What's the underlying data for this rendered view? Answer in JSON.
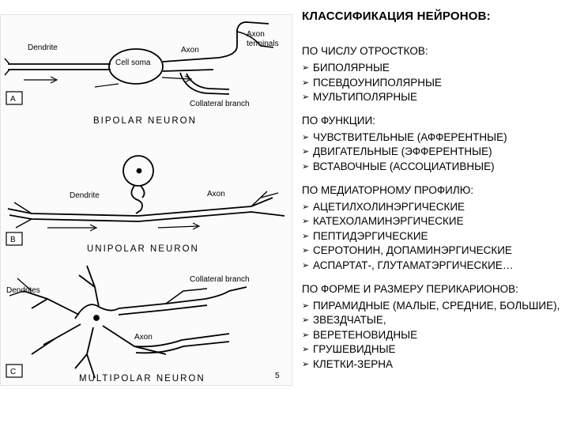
{
  "title": "КЛАССИФИКАЦИЯ НЕЙРОНОВ:",
  "bullet_icon": "arrowhead-bullet-icon",
  "sections": [
    {
      "heading": "ПО ЧИСЛУ ОТРОСТКОВ:",
      "items": [
        "БИПОЛЯРНЫЕ",
        "ПСЕВДОУНИПОЛЯРНЫЕ",
        "МУЛЬТИПОЛЯРНЫЕ"
      ]
    },
    {
      "heading": "ПО ФУНКЦИИ:",
      "items": [
        "ЧУВСТВИТЕЛЬНЫЕ (АФФЕРЕНТНЫЕ)",
        "ДВИГАТЕЛЬНЫЕ (ЭФФЕРЕНТНЫЕ)",
        "ВСТАВОЧНЫЕ (АССОЦИАТИВНЫЕ)"
      ]
    },
    {
      "heading": "ПО МЕДИАТОРНОМУ ПРОФИЛЮ:",
      "items": [
        "АЦЕТИЛХОЛИНЭРГИЧЕСКИЕ",
        "КАТЕХОЛАМИНЭРГИЧЕСКИЕ",
        "ПЕПТИДЭРГИЧЕСКИЕ",
        "СЕРОТОНИН, ДОПАМИНЭРГИЧЕСКИЕ",
        "АСПАРТАТ-, ГЛУТАМАТЭРГИЧЕСКИЕ…"
      ]
    },
    {
      "heading": "ПО ФОРМЕ И РАЗМЕРУ ПЕРИКАРИОНОВ:",
      "items": [
        "ПИРАМИДНЫЕ (МАЛЫЕ, СРЕДНИЕ, БОЛЬШИЕ),",
        "ЗВЕЗДЧАТЫЕ,",
        "ВЕРЕТЕНОВИДНЫЕ",
        "ГРУШЕВИДНЫЕ",
        "КЛЕТКИ-ЗЕРНА"
      ]
    }
  ],
  "figure": {
    "bipolar": {
      "letter": "A",
      "caption": "BIPOLAR NEURON",
      "labels": {
        "dendrite": "Dendrite",
        "cell_soma": "Cell soma",
        "axon": "Axon",
        "axon_terminals_1": "Axon",
        "axon_terminals_2": "terminals",
        "collateral": "Collateral branch"
      }
    },
    "unipolar": {
      "letter": "B",
      "caption": "UNIPOLAR NEURON",
      "labels": {
        "dendrite": "Dendrite",
        "axon": "Axon"
      }
    },
    "multipolar": {
      "letter": "C",
      "caption": "MULTIPOLAR NEURON",
      "labels": {
        "dendrites": "Dendrites",
        "collateral": "Collateral branch",
        "axon": "Axon"
      },
      "page_mark": "5"
    }
  }
}
